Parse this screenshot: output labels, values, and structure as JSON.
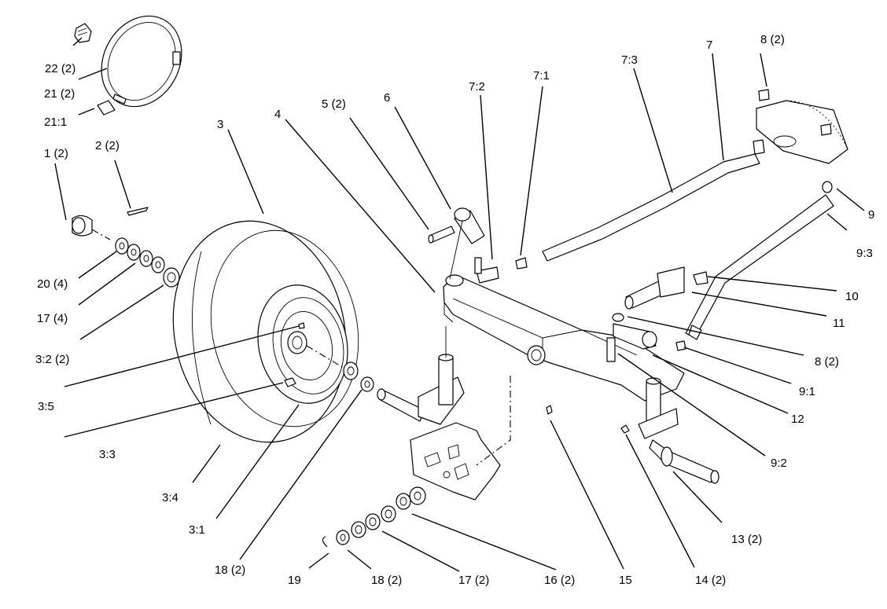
{
  "labels": {
    "l22": "22 (2)",
    "l21": "21 (2)",
    "l21_1": "21:1",
    "l3": "3",
    "l1": "1 (2)",
    "l2": "2 (2)",
    "l20": "20 (4)",
    "l17a": "17 (4)",
    "l3_2": "3:2 (2)",
    "l3_5": "3:5",
    "l3_3": "3:3",
    "l3_4": "3:4",
    "l3_1": "3:1",
    "l18a": "18 (2)",
    "l19": "19",
    "l18b": "18 (2)",
    "l17b": "17 (2)",
    "l16": "16 (2)",
    "l15": "15",
    "l14": "14 (2)",
    "l13": "13 (2)",
    "l4": "4",
    "l5": "5 (2)",
    "l6": "6",
    "l7_2": "7:2",
    "l7_1": "7:1",
    "l7_3": "7:3",
    "l7": "7",
    "l8a": "8 (2)",
    "l9": "9",
    "l9_3": "9:3",
    "l10": "10",
    "l11": "11",
    "l8b": "8 (2)",
    "l9_1": "9:1",
    "l12": "12",
    "l9_2": "9:2"
  }
}
